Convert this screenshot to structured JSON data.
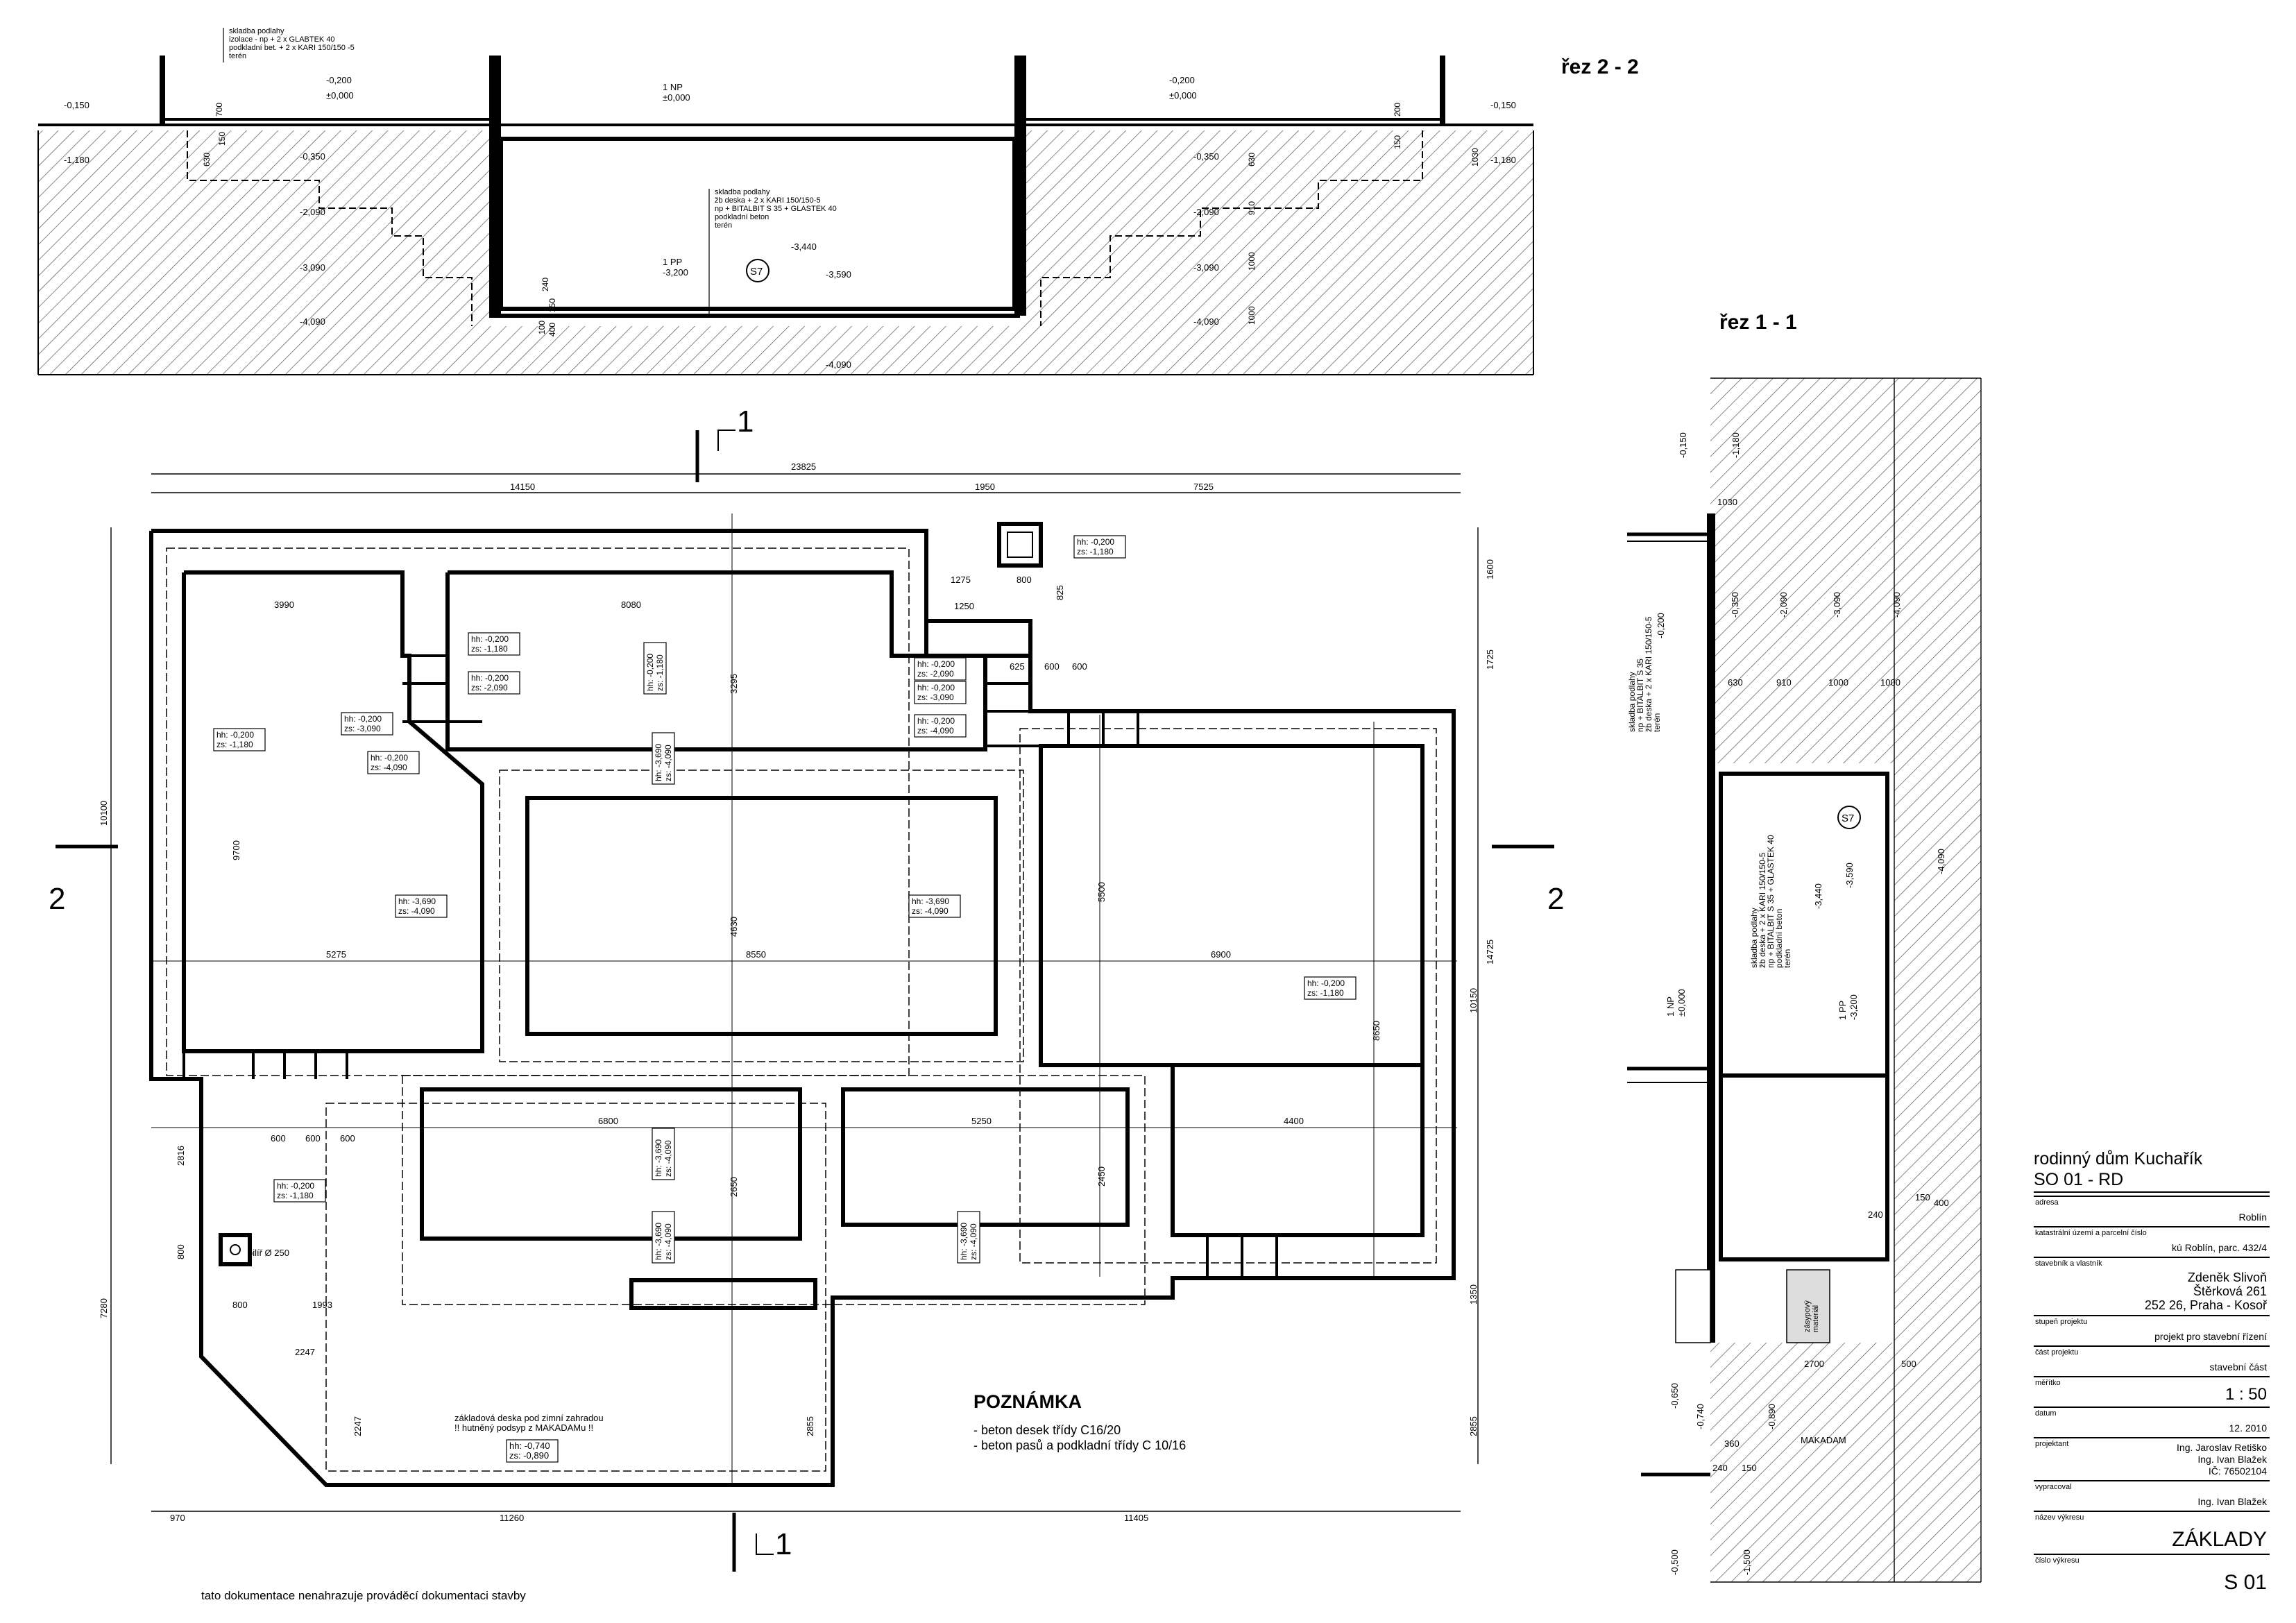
{
  "sections": {
    "section_22_title": "řez 2 - 2",
    "section_11_title": "řez 1 - 1"
  },
  "cut_markers": {
    "one": "1",
    "two": "2"
  },
  "section_22": {
    "comp_floor": [
      "skladba podlahy",
      "izolace - np + 2 x GLABTEK 40",
      "podkladní bet. + 2 x KARI 150/150 -5",
      "terén"
    ],
    "comp_basement": [
      "skladba podlahy",
      "žb deska + 2 x KARI 150/150-5",
      "np + BITALBIT S 35 + GLASTEK 40",
      "podkladní beton",
      "terén"
    ],
    "levels": [
      "-0,150",
      "-0,200",
      "±0,000",
      "-1,180",
      "-0,350",
      "-2,090",
      "-3,090",
      "-4,090",
      "-3,440",
      "-3,590",
      "-0,150",
      "-0,200",
      "±0,000",
      "-0,350",
      "-2,090",
      "-3,090",
      "-4,090",
      "-1,180",
      "-4,090"
    ],
    "np": [
      "1 NP",
      "±0,000"
    ],
    "pp": [
      "1 PP",
      "-3,200"
    ],
    "dims_vertical": [
      "700",
      "630",
      "150",
      "240",
      "150",
      "100",
      "400",
      "200",
      "630",
      "150",
      "910",
      "1000",
      "1000",
      "1030"
    ],
    "s7": "S7"
  },
  "plan": {
    "overall": {
      "total": "23825",
      "top": [
        "14150",
        "1950",
        "7525"
      ],
      "bottom": [
        "970",
        "11260",
        "11405"
      ]
    },
    "left_dims": [
      "10100",
      "7280",
      "2816",
      "800"
    ],
    "right_dims": [
      "1600",
      "1725",
      "14725",
      "10150",
      "1350",
      "2855"
    ],
    "labels_room": [
      {
        "hh": "hh: -0,200",
        "zs": "zs: -1,180"
      },
      {
        "hh": "hh: -0,200",
        "zs": "zs: -2,090"
      },
      {
        "hh": "hh: -0,200",
        "zs": "zs: -3,090"
      },
      {
        "hh": "hh: -0,200",
        "zs": "zs: -4,090"
      },
      {
        "hh": "hh: -3,690",
        "zs": "zs: -4,090"
      },
      {
        "hh": "hh: -3,690",
        "zs": "zs: -4,090"
      },
      {
        "hh": "hh: -0,200",
        "zs": "zs: -1,180"
      },
      {
        "hh": "hh: -0,200",
        "zs": "zs: -1,180"
      }
    ],
    "hhc": {
      "hh": "hh: -0,200",
      "zs": "zs: -1,180"
    },
    "inner_dims": [
      "3990",
      "8080",
      "5275",
      "8550",
      "6900",
      "6800",
      "5250",
      "4400",
      "9700",
      "4630",
      "5500",
      "8650",
      "3295",
      "2650",
      "2450",
      "1275",
      "1250",
      "625",
      "600",
      "600",
      "800",
      "825"
    ],
    "pilir": "pilíř Ø 250",
    "garden_note": [
      "základová deska pod zimní zahradou",
      "!! hutněný podsyp z MAKADAMu !!"
    ],
    "garden_level": {
      "hh": "hh: -0,740",
      "zs": "zs: -0,890"
    },
    "garden_dims": [
      "2247",
      "2247",
      "800",
      "1993",
      "600",
      "600",
      "600",
      "2855"
    ]
  },
  "note_box": {
    "title": "POZNÁMKA",
    "lines": [
      "- beton desek třídy C16/20",
      "- beton pasů a podkladní třídy C 10/16"
    ]
  },
  "section_11": {
    "levels": [
      "-0,150",
      "-1,180",
      "-0,200",
      "-0,350",
      "-2,090",
      "-3,090",
      "-4,090",
      "-3,440",
      "-3,590",
      "-4,090",
      "-0,650",
      "-0,740",
      "-0,890",
      "-0,500",
      "-1,500"
    ],
    "np": [
      "1 NP",
      "±0,000"
    ],
    "pp": [
      "1 PP",
      "-3,200"
    ],
    "dims": [
      "1030",
      "630",
      "910",
      "1000",
      "1000",
      "240",
      "150",
      "400",
      "2700",
      "500",
      "360",
      "240",
      "150"
    ],
    "comp": [
      "skladba podlahy",
      "np + BITALBIT S 35",
      "žb deska + 2 x KARI 150/150-5",
      "terén"
    ],
    "comp2": [
      "skladba podlahy",
      "žb deska + 2 x KARI 150/150-5",
      "np + BITALBIT S 35 + GLASTEK 40",
      "podkladní beton",
      "terén"
    ],
    "makadam": "MAKADAM",
    "zasypovy": [
      "zásypový",
      "materiál"
    ],
    "s7": "S7"
  },
  "titleblock": {
    "project": "rodinný dům Kuchařík",
    "object": "SO 01 - RD",
    "rows": [
      {
        "label": "adresa",
        "value": "Roblín"
      },
      {
        "label": "katastrální území a parcelní číslo",
        "value": "kú Roblín, parc. 432/4"
      },
      {
        "label": "stavebník a vlastník",
        "value": "Zdeněk Slivoň\nŠtěrková 261\n252 26, Praha - Kosoř"
      },
      {
        "label": "stupeň projektu",
        "value": "projekt pro stavební řízení"
      },
      {
        "label": "část projektu",
        "value": "stavební část"
      },
      {
        "label": "měřítko",
        "value": "1 : 50"
      },
      {
        "label": "datum",
        "value": "12. 2010"
      },
      {
        "label": "projektant",
        "value": "Ing. Jaroslav Retiško\nIng. Ivan Blažek\nIČ: 76502104"
      },
      {
        "label": "vypracoval",
        "value": "Ing. Ivan Blažek"
      },
      {
        "label": "název výkresu",
        "value": "ZÁKLADY"
      },
      {
        "label": "číslo výkresu",
        "value": "S 01"
      }
    ]
  },
  "footer_note": "tato dokumentace nenahrazuje prováděcí dokumentaci stavby"
}
